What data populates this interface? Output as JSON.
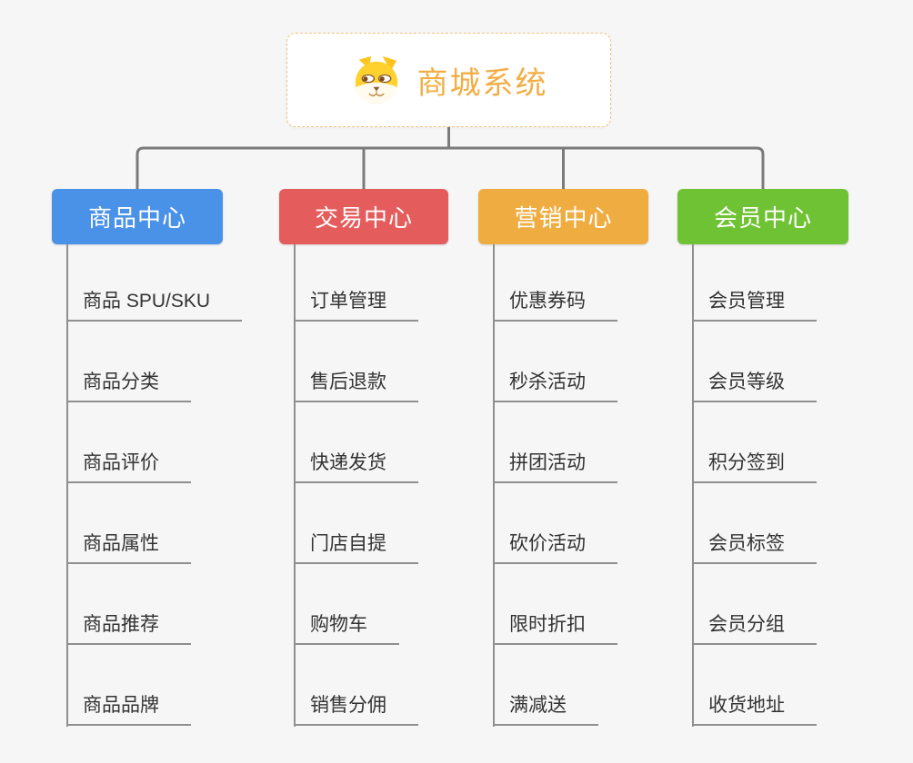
{
  "page": {
    "background": "#f5f6f5"
  },
  "root": {
    "title": "商城系统",
    "icon": "dog-face-icon",
    "title_color": "#f2ae44",
    "border_color": "#f0c27d",
    "background": "#ffffff"
  },
  "connectors": {
    "trunk_color": "#7b7b7b",
    "leaf_line_color": "#8f8f8f"
  },
  "branches": [
    {
      "label": "商品中心",
      "color": "#4a91e8",
      "children": [
        "商品 SPU/SKU",
        "商品分类",
        "商品评价",
        "商品属性",
        "商品推荐",
        "商品品牌"
      ]
    },
    {
      "label": "交易中心",
      "color": "#e45c5c",
      "children": [
        "订单管理",
        "售后退款",
        "快递发货",
        "门店自提",
        "购物车",
        "销售分佣"
      ]
    },
    {
      "label": "营销中心",
      "color": "#efad41",
      "children": [
        "优惠券码",
        "秒杀活动",
        "拼团活动",
        "砍价活动",
        "限时折扣",
        "满减送"
      ]
    },
    {
      "label": "会员中心",
      "color": "#6ec233",
      "children": [
        "会员管理",
        "会员等级",
        "积分签到",
        "会员标签",
        "会员分组",
        "收货地址"
      ]
    }
  ]
}
